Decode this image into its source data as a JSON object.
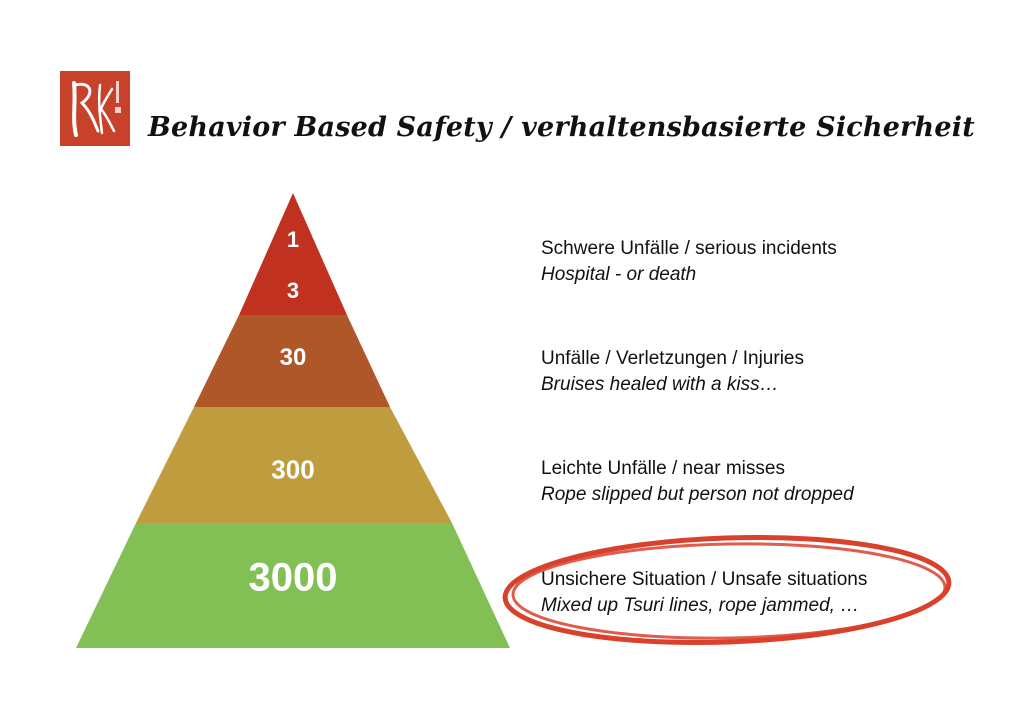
{
  "header": {
    "title": "Behavior Based Safety / verhaltensbasierte Sicherheit",
    "logo_letters": "RK"
  },
  "pyramid": {
    "levels": [
      {
        "count": "1",
        "color": "#c0321f"
      },
      {
        "count": "3",
        "color": "#c0321f"
      },
      {
        "count": "30",
        "color": "#b0572a"
      },
      {
        "count": "300",
        "color": "#bf9c3e"
      },
      {
        "count": "3000",
        "color": "#82bf55"
      }
    ]
  },
  "descriptions": [
    {
      "main": "Schwere Unfälle / serious incidents",
      "sub": "Hospital - or death"
    },
    {
      "main": "Unfälle / Verletzungen / Injuries",
      "sub": "Bruises healed with a kiss…"
    },
    {
      "main": "Leichte Unfälle / near misses",
      "sub": "Rope slipped but person not dropped"
    },
    {
      "main": "Unsichere Situation / Unsafe situations",
      "sub": "Mixed up Tsuri lines, rope jammed, …",
      "highlighted": true
    }
  ],
  "highlight_color": "#d9412d"
}
